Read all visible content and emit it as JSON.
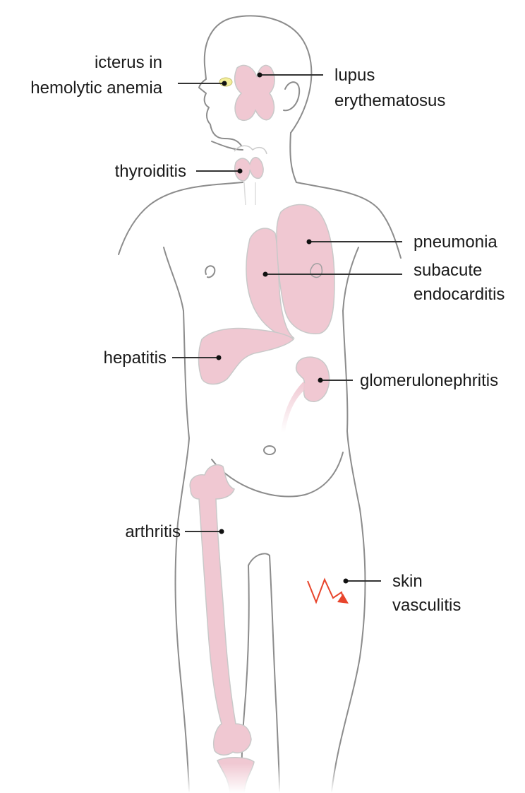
{
  "colors": {
    "organ_fill": "#f0c8d2",
    "body_outline": "#8c8c8c",
    "leader_line": "#333333",
    "eye_fill": "#f4f09c",
    "vasculitis_arrow": "#e8452c"
  },
  "labels": {
    "icterus_line1": "icterus in",
    "icterus_line2": "hemolytic anemia",
    "lupus_line1": "lupus",
    "lupus_line2": "erythematosus",
    "thyroiditis": "thyroiditis",
    "pneumonia": "pneumonia",
    "endocarditis_line1": "subacute",
    "endocarditis_line2": "endocarditis",
    "hepatitis": "hepatitis",
    "glomerulonephritis": "glomerulonephritis",
    "vasculitis_line1": "skin",
    "vasculitis_line2": "vasculitis",
    "arthritis": "arthritis"
  }
}
